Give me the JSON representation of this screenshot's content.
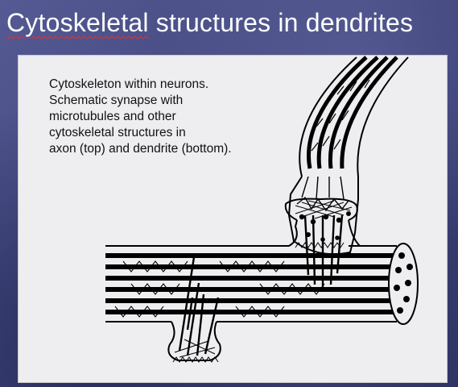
{
  "slide": {
    "title_first_word": "Cytoskeletal",
    "title_rest": " structures in dendrites"
  },
  "figure": {
    "caption": "Cytoskeleton within neurons.\nSchematic synapse with\nmicrotubules and other\ncytoskeletal structures in\naxon (top) and dendrite (bottom)."
  }
}
